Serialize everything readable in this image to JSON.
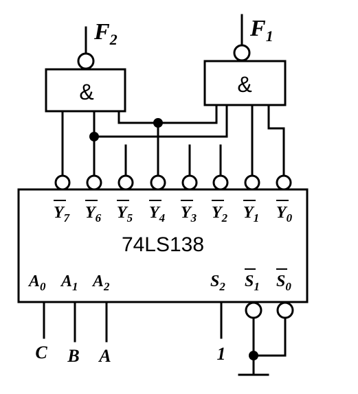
{
  "chip": {
    "name": "74LS138"
  },
  "gates": {
    "f2": {
      "symbol": "&",
      "output": "F",
      "sub": "2"
    },
    "f1": {
      "symbol": "&",
      "output": "F",
      "sub": "1"
    }
  },
  "outputs": [
    {
      "letter": "Y",
      "sub": "7"
    },
    {
      "letter": "Y",
      "sub": "6"
    },
    {
      "letter": "Y",
      "sub": "5"
    },
    {
      "letter": "Y",
      "sub": "4"
    },
    {
      "letter": "Y",
      "sub": "3"
    },
    {
      "letter": "Y",
      "sub": "2"
    },
    {
      "letter": "Y",
      "sub": "1"
    },
    {
      "letter": "Y",
      "sub": "0"
    }
  ],
  "address_inputs": [
    {
      "letter": "A",
      "sub": "0"
    },
    {
      "letter": "A",
      "sub": "1"
    },
    {
      "letter": "A",
      "sub": "2"
    }
  ],
  "enable_inputs": [
    {
      "letter": "S",
      "sub": "2"
    },
    {
      "letter": "S",
      "sub": "1"
    },
    {
      "letter": "S",
      "sub": "0"
    }
  ],
  "signals": {
    "c": "C",
    "b": "B",
    "a": "A",
    "one": "1"
  }
}
